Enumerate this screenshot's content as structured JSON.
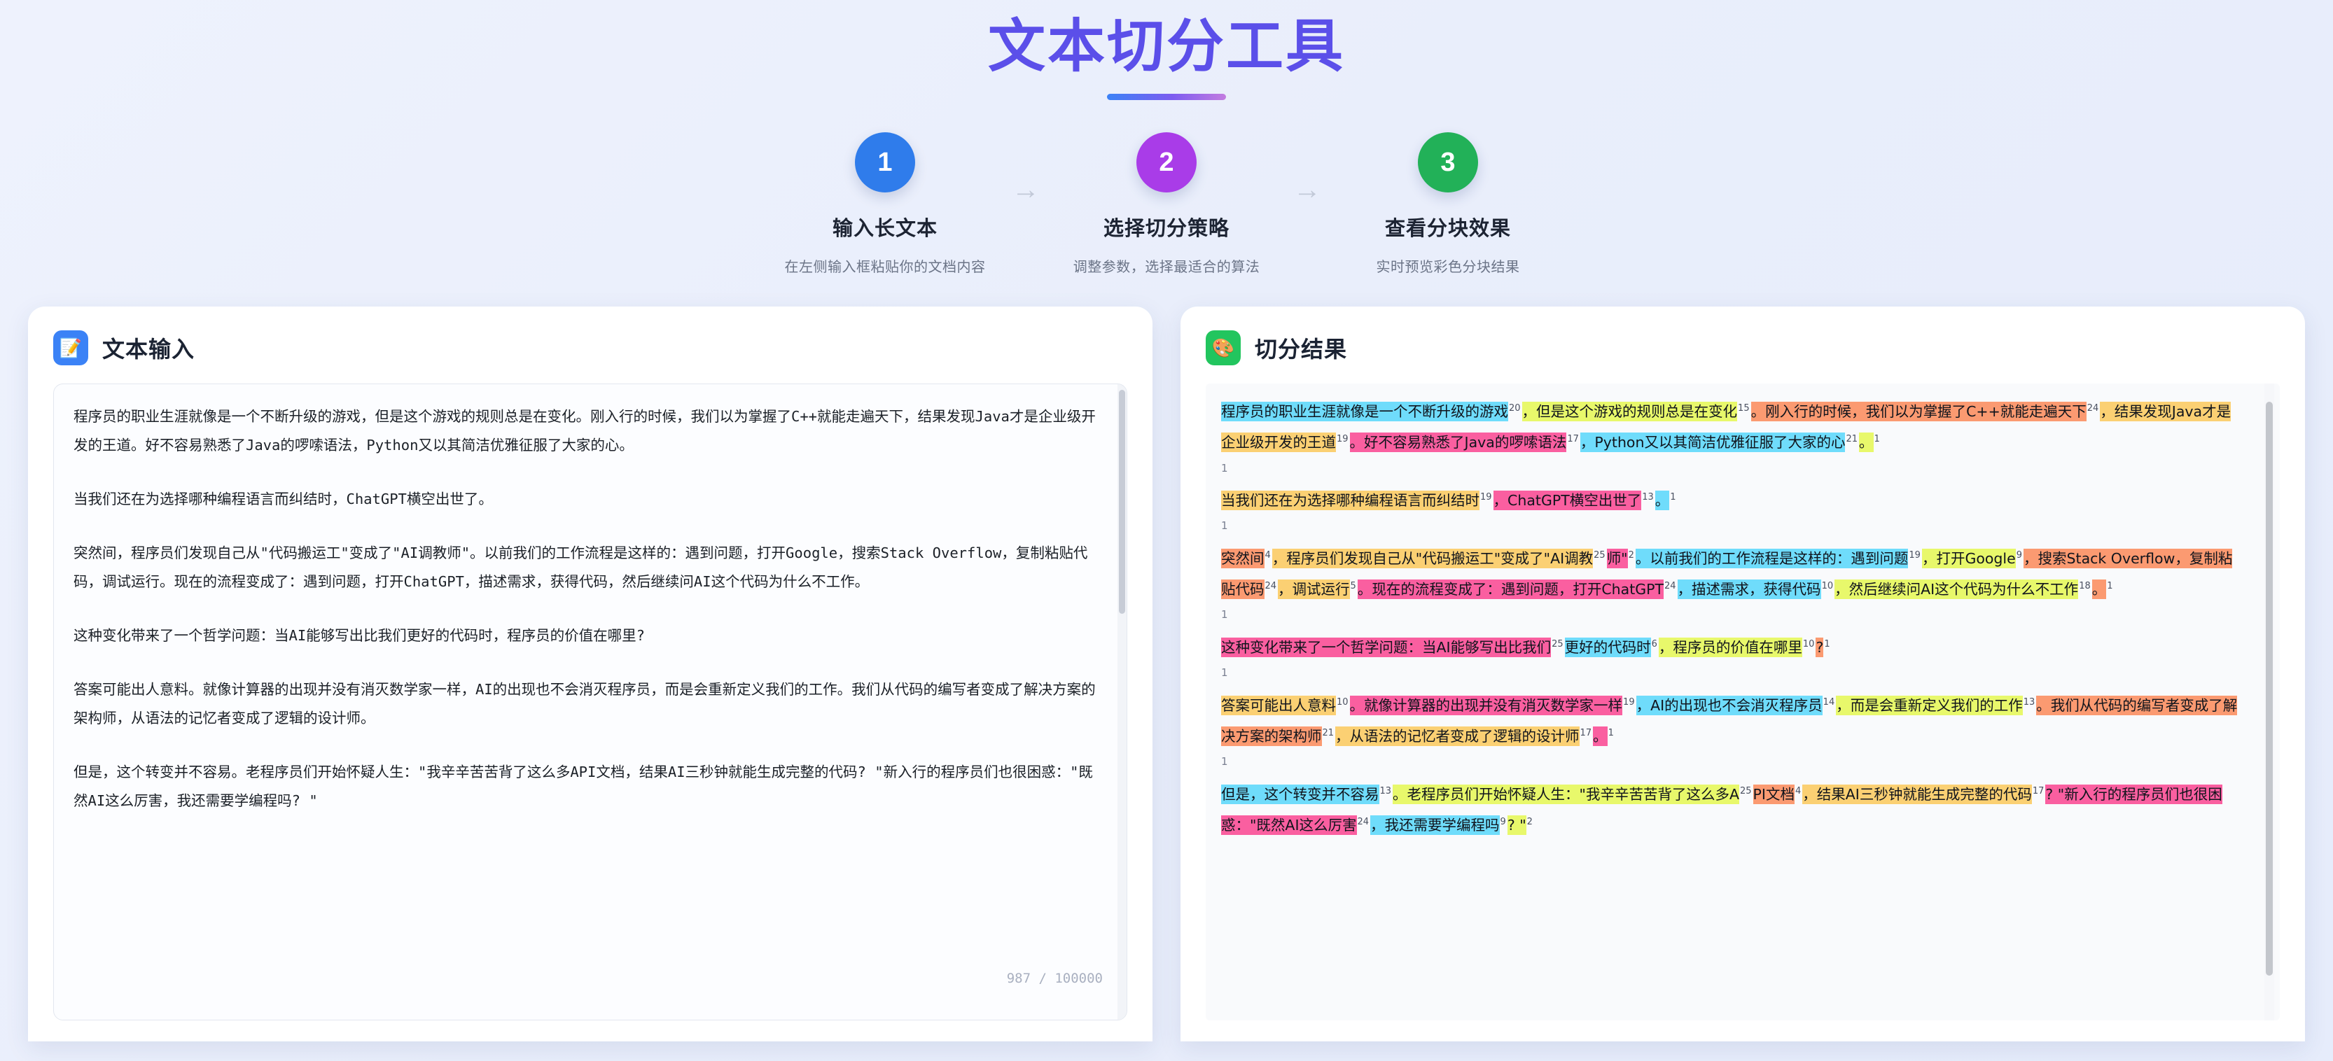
{
  "header": {
    "title": "文本切分工具"
  },
  "steps": [
    {
      "number": "1",
      "label": "输入长文本",
      "desc": "在左侧输入框粘贴你的文档内容",
      "color": "#2f7ceb"
    },
    {
      "number": "2",
      "label": "选择切分策略",
      "desc": "调整参数，选择最适合的算法",
      "color": "#a93ce8"
    },
    {
      "number": "3",
      "label": "查看分块效果",
      "desc": "实时预览彩色分块结果",
      "color": "#22b158"
    }
  ],
  "step_arrow": "→",
  "input_panel": {
    "icon": "📝",
    "icon_name": "memo-icon",
    "icon_bg": "#3b82f6",
    "title": "文本输入",
    "paragraphs": [
      "程序员的职业生涯就像是一个不断升级的游戏，但是这个游戏的规则总是在变化。刚入行的时候，我们以为掌握了C++就能走遍天下，结果发现Java才是企业级开发的王道。好不容易熟悉了Java的啰嗦语法，Python又以其简洁优雅征服了大家的心。",
      "当我们还在为选择哪种编程语言而纠结时，ChatGPT横空出世了。",
      "突然间，程序员们发现自己从\"代码搬运工\"变成了\"AI调教师\"。以前我们的工作流程是这样的：遇到问题，打开Google，搜索Stack Overflow，复制粘贴代码，调试运行。现在的流程变成了：遇到问题，打开ChatGPT，描述需求，获得代码，然后继续问AI这个代码为什么不工作。",
      "这种变化带来了一个哲学问题：当AI能够写出比我们更好的代码时，程序员的价值在哪里?",
      "答案可能出人意料。就像计算器的出现并没有消灭数学家一样，AI的出现也不会消灭程序员，而是会重新定义我们的工作。我们从代码的编写者变成了解决方案的架构师，从语法的记忆者变成了逻辑的设计师。",
      "但是，这个转变并不容易。老程序员们开始怀疑人生：\"我辛辛苦苦背了这么多API文档，结果AI三秒钟就能生成完整的代码? \"新入行的程序员们也很困惑：\"既然AI这么厉害，我还需要学编程吗? \""
    ],
    "char_count": "987 / 100000"
  },
  "result_panel": {
    "icon": "🎨",
    "icon_name": "palette-icon",
    "icon_bg": "#22c55e",
    "title": "切分结果",
    "colors": {
      "cyan": "#6fdcfb",
      "lime": "#e8f86b",
      "orange": "#fb9a71",
      "amber": "#fbd073",
      "pink": "#fa5fa0"
    },
    "blocks": [
      {
        "para_token": "1",
        "chunks": [
          {
            "text": "程序员的职业生涯就像是一个不断升级的游戏",
            "tokens": "20",
            "color": "cyan"
          },
          {
            "text": "，但是这个游戏的规则总是在变化",
            "tokens": "15",
            "color": "lime"
          },
          {
            "text": "。刚入行的时候，我们以为掌握了C++就能走遍天下",
            "tokens": "24",
            "color": "orange"
          },
          {
            "text": "，结果发现Java才是企业级开发的王道",
            "tokens": "19",
            "color": "amber"
          },
          {
            "text": "。好不容易熟悉了Java的啰嗦语法",
            "tokens": "17",
            "color": "pink"
          },
          {
            "text": "，Python又以其简洁优雅征服了大家的心",
            "tokens": "21",
            "color": "cyan"
          },
          {
            "text": "。",
            "tokens": "1",
            "color": "lime"
          }
        ]
      },
      {
        "para_token": "1",
        "chunks": [
          {
            "text": "当我们还在为选择哪种编程语言而纠结时",
            "tokens": "19",
            "color": "amber"
          },
          {
            "text": "，ChatGPT横空出世了",
            "tokens": "13",
            "color": "pink"
          },
          {
            "text": "。",
            "tokens": "1",
            "color": "cyan"
          }
        ]
      },
      {
        "para_token": "1",
        "chunks": [
          {
            "text": "突然间",
            "tokens": "4",
            "color": "orange"
          },
          {
            "text": "，程序员们发现自己从\"代码搬运工\"变成了\"AI调教",
            "tokens": "25",
            "color": "amber"
          },
          {
            "text": "师\"",
            "tokens": "2",
            "color": "pink"
          },
          {
            "text": "。以前我们的工作流程是这样的：遇到问题",
            "tokens": "19",
            "color": "cyan"
          },
          {
            "text": "，打开Google",
            "tokens": "9",
            "color": "lime"
          },
          {
            "text": "，搜索Stack Overflow，复制粘贴代码",
            "tokens": "24",
            "color": "orange"
          },
          {
            "text": "，调试运行",
            "tokens": "5",
            "color": "amber"
          },
          {
            "text": "。现在的流程变成了：遇到问题，打开ChatGPT",
            "tokens": "24",
            "color": "pink"
          },
          {
            "text": "，描述需求，获得代码",
            "tokens": "10",
            "color": "cyan"
          },
          {
            "text": "，然后继续问AI这个代码为什么不工作",
            "tokens": "18",
            "color": "lime"
          },
          {
            "text": "。",
            "tokens": "1",
            "color": "orange"
          }
        ]
      },
      {
        "para_token": "1",
        "chunks": [
          {
            "text": "这种变化带来了一个哲学问题：当AI能够写出比我们",
            "tokens": "25",
            "color": "pink"
          },
          {
            "text": "更好的代码时",
            "tokens": "6",
            "color": "cyan"
          },
          {
            "text": "，程序员的价值在哪里",
            "tokens": "10",
            "color": "lime"
          },
          {
            "text": "?",
            "tokens": "1",
            "color": "orange"
          }
        ]
      },
      {
        "para_token": "1",
        "chunks": [
          {
            "text": "答案可能出人意料",
            "tokens": "10",
            "color": "amber"
          },
          {
            "text": "。就像计算器的出现并没有消灭数学家一样",
            "tokens": "19",
            "color": "pink"
          },
          {
            "text": "，AI的出现也不会消灭程序员",
            "tokens": "14",
            "color": "cyan"
          },
          {
            "text": "，而是会重新定义我们的工作",
            "tokens": "13",
            "color": "lime"
          },
          {
            "text": "。我们从代码的编写者变成了解决方案的架构师",
            "tokens": "21",
            "color": "orange"
          },
          {
            "text": "，从语法的记忆者变成了逻辑的设计师",
            "tokens": "17",
            "color": "amber"
          },
          {
            "text": "。",
            "tokens": "1",
            "color": "pink"
          }
        ]
      },
      {
        "para_token": "",
        "chunks": [
          {
            "text": "但是，这个转变并不容易",
            "tokens": "13",
            "color": "cyan"
          },
          {
            "text": "。老程序员们开始怀疑人生：\"我辛辛苦苦背了这么多A",
            "tokens": "25",
            "color": "lime"
          },
          {
            "text": "PI文档",
            "tokens": "4",
            "color": "orange"
          },
          {
            "text": "，结果AI三秒钟就能生成完整的代码",
            "tokens": "17",
            "color": "amber"
          },
          {
            "text": "? \"新入行的程序员们也很困惑：\"既然AI这么厉害",
            "tokens": "24",
            "color": "pink"
          },
          {
            "text": "，我还需要学编程吗",
            "tokens": "9",
            "color": "cyan"
          },
          {
            "text": "? \"",
            "tokens": "2",
            "color": "lime"
          }
        ]
      }
    ]
  }
}
